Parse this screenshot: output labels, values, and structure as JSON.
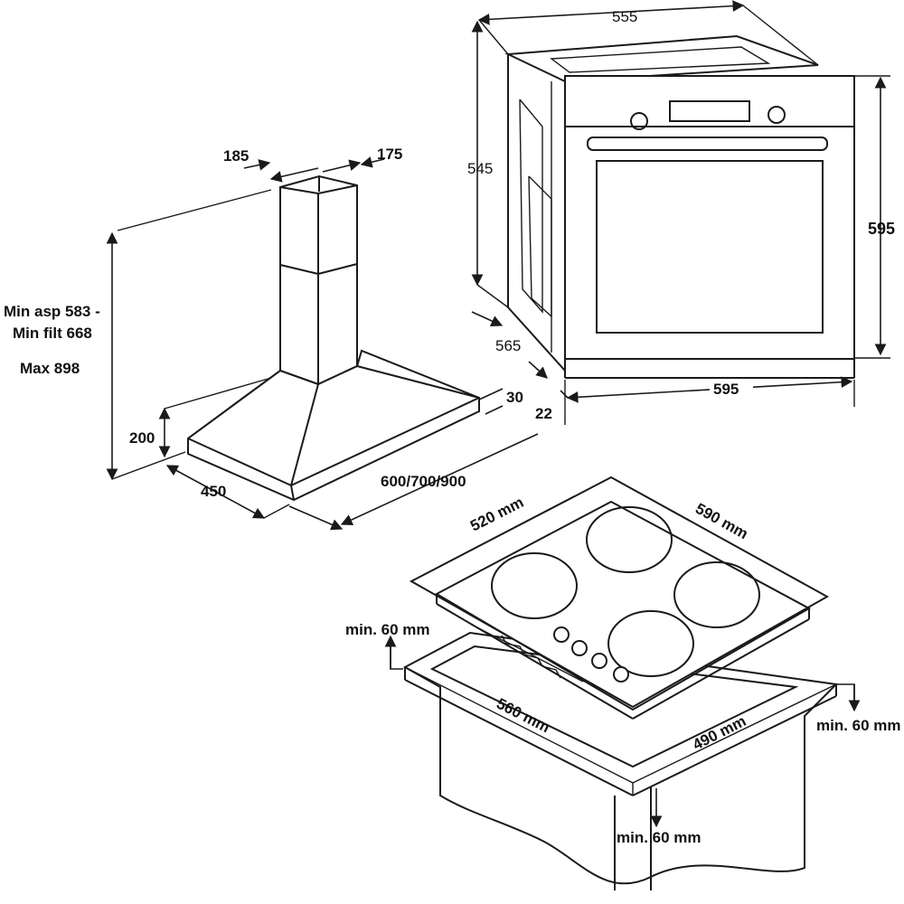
{
  "hood": {
    "top_width_1": "185",
    "top_width_2": "175",
    "height_min_asp": "Min asp 583 -",
    "height_min_filt": "Min filt 668",
    "height_max": "Max 898",
    "canopy_height": "200",
    "depth": "450",
    "width_options": "600/700/900",
    "thickness": "30"
  },
  "oven": {
    "top_depth": "555",
    "side_height": "545",
    "body_depth": "565",
    "front_height": "595",
    "front_width": "595",
    "panel_thickness": "22"
  },
  "hob": {
    "depth": "520 mm",
    "width": "590 mm",
    "cutout_width": "560 mm",
    "cutout_depth": "490 mm",
    "clearance_left": "min. 60 mm",
    "clearance_right": "min. 60 mm",
    "clearance_front": "min. 60 mm"
  }
}
